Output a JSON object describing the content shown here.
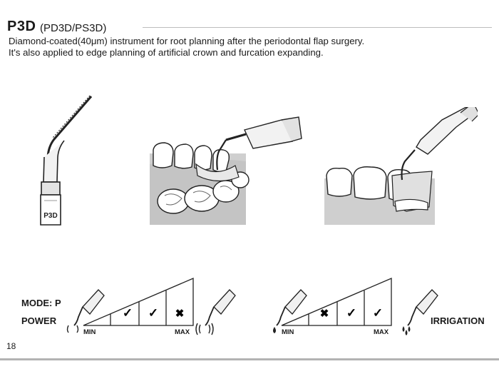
{
  "header": {
    "model": "P3D",
    "variants": "(PD3D/PS3D)"
  },
  "description": {
    "line1": "Diamond-coated(40μm) instrument for root planning after the periodontal flap surgery.",
    "line2": "It's also applied to edge planning of artificial crown and furcation expanding."
  },
  "tip": {
    "engraving": "P3D"
  },
  "settings": {
    "mode_label": "MODE: P",
    "power_label": "POWER",
    "irrigation_label": "IRRIGATION",
    "power_scale": {
      "min": "MIN",
      "max": "MAX",
      "levels": [
        "✓",
        "✓",
        "✖"
      ]
    },
    "irrigation_scale": {
      "min": "MIN",
      "max": "MAX",
      "levels": [
        "✖",
        "✓",
        "✓"
      ]
    }
  },
  "page_number": "18",
  "icons": [
    "power-min-icon",
    "power-max-icon",
    "water-drop-icon",
    "water-drops-icon",
    "check-icon",
    "cross-icon"
  ]
}
